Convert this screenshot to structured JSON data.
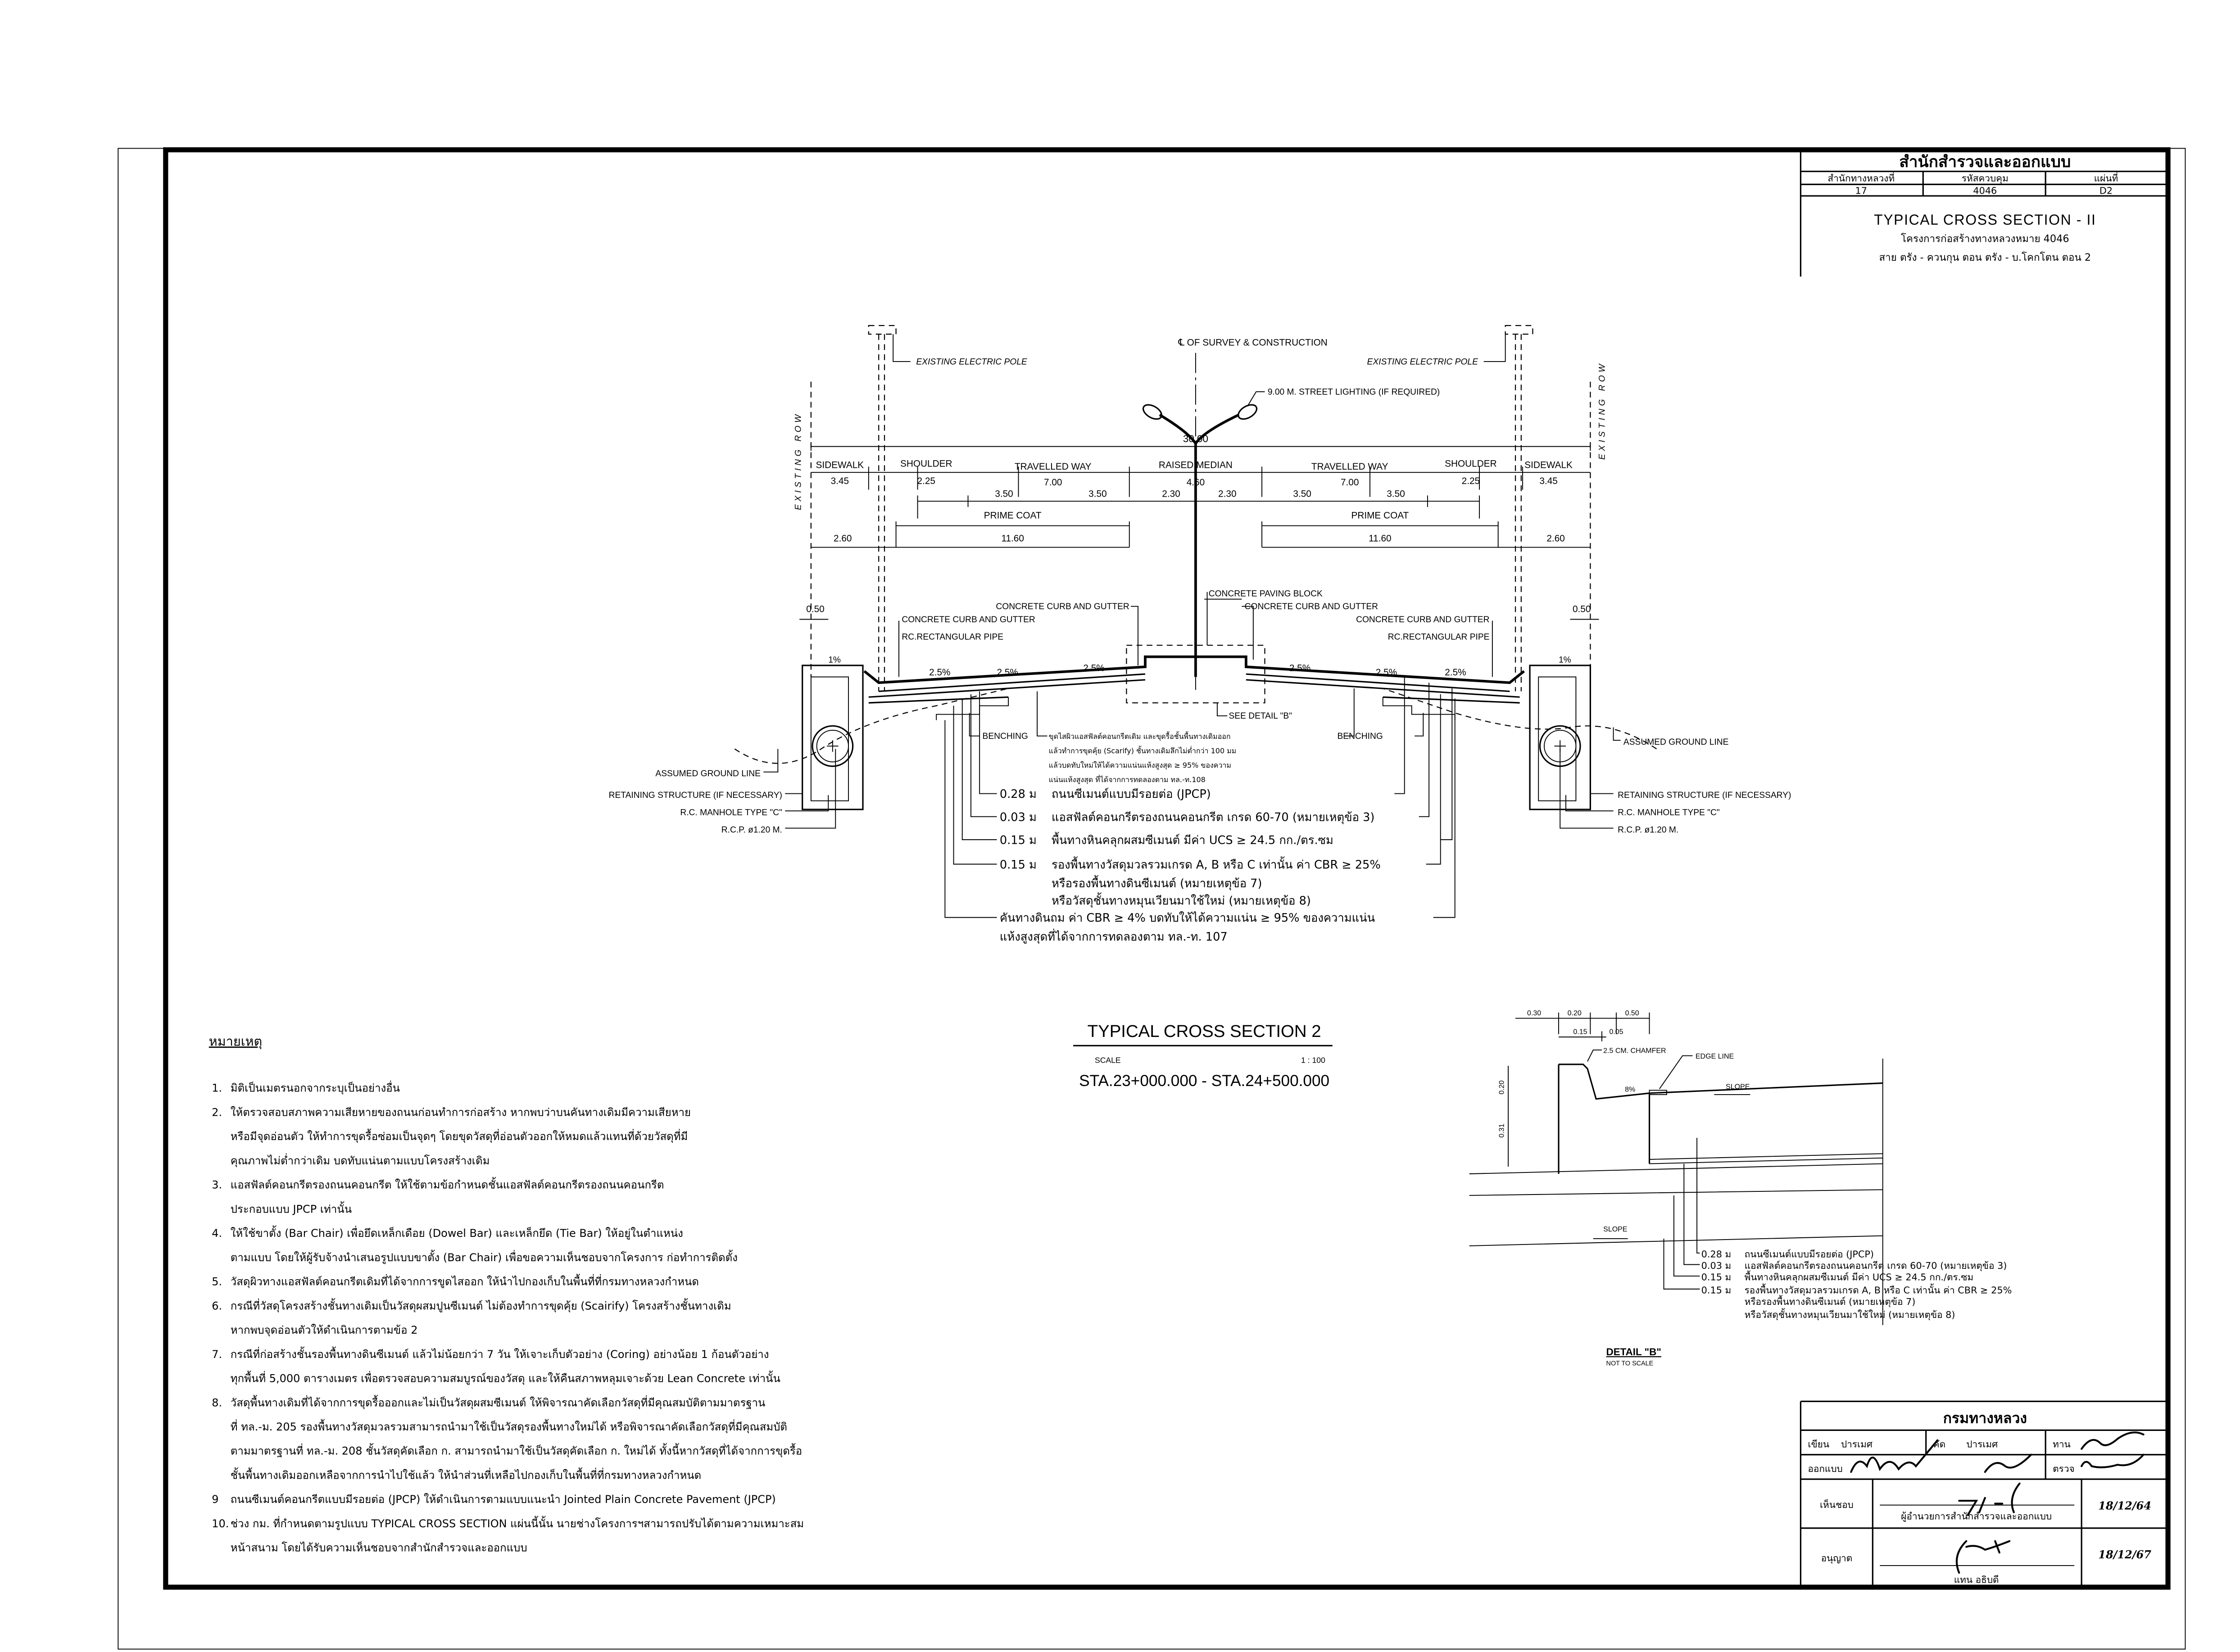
{
  "title_block": {
    "office": "สำนักสำรวจและออกแบบ",
    "col_headers": [
      "สำนักทางหลวงที่",
      "รหัสควบคุม",
      "แผ่นที่"
    ],
    "col_values": [
      "17",
      "4046",
      "D2"
    ],
    "sheet_title": "TYPICAL CROSS SECTION - II",
    "project": "โครงการก่อสร้างทางหลวงหมาย 4046",
    "route": "สาย ตรัง - ควนกุน ตอน ตรัง - บ.โคกโตน ตอน 2"
  },
  "cross_section": {
    "centerline": "℄ OF SURVEY & CONSTRUCTION",
    "pole_left": "EXISTING ELECTRIC POLE",
    "pole_right": "EXISTING ELECTRIC POLE",
    "street_light": "9.00 M. STREET LIGHTING (IF REQUIRED)",
    "row_label": "EXISTING ROW",
    "total_width": "30.00",
    "elements": [
      {
        "label": "SIDEWALK",
        "value": "3.45"
      },
      {
        "label": "SHOULDER",
        "value": "2.25"
      },
      {
        "label": "TRAVELLED WAY",
        "value": "7.00"
      },
      {
        "label": "RAISED MEDIAN",
        "value": "4.60"
      },
      {
        "label": "TRAVELLED WAY",
        "value": "7.00"
      },
      {
        "label": "SHOULDER",
        "value": "2.25"
      },
      {
        "label": "SIDEWALK",
        "value": "3.45"
      }
    ],
    "lanes": [
      "3.50",
      "3.50",
      "2.30",
      "2.30",
      "3.50",
      "3.50"
    ],
    "prime_coat": "PRIME COAT",
    "prime_width": "11.60",
    "side_width": "2.60",
    "offset": "0.50",
    "slopes": {
      "side": "1%",
      "lane": "2.5%"
    },
    "callouts": {
      "curb_gutter": "CONCRETE CURB AND GUTTER",
      "paving_block": "CONCRETE PAVING BLOCK",
      "rect_pipe": "RC.RECTANGULAR PIPE",
      "see_detail": "SEE DETAIL \"B\"",
      "benching": "BENCHING",
      "ground_line": "ASSUMED GROUND LINE",
      "retaining": "RETAINING STRUCTURE (IF NECESSARY)",
      "manhole": "R.C. MANHOLE TYPE \"C\"",
      "rcp": "R.C.P. ø1.20 M."
    },
    "scarify_note": [
      "ขุดไสผิวแอสฟัลต์คอนกรีตเดิม และขุดรื้อชั้นพื้นทางเดิมออก",
      "แล้วทำการขุดคุ้ย (Scarify) ชั้นทางเดิมลึกไม่ต่ำกว่า 100 มม",
      "แล้วบดทับใหม่ให้ได้ความแน่นแห้งสูงสุด ≥ 95% ของความ",
      "แน่นแห้งสูงสุด ที่ได้จากการทดลองตาม ทล.-ท.108"
    ],
    "layers": [
      {
        "thickness": "0.28 ม",
        "desc": [
          "ถนนซีเมนต์แบบมีรอยต่อ (JPCP)"
        ]
      },
      {
        "thickness": "0.03 ม",
        "desc": [
          "แอสฟัลต์คอนกรีตรองถนนคอนกรีต เกรด 60-70 (หมายเหตุข้อ 3)"
        ]
      },
      {
        "thickness": "0.15 ม",
        "desc": [
          "พื้นทางหินคลุกผสมซีเมนต์ มีค่า UCS ≥ 24.5 กก./ตร.ซม"
        ]
      },
      {
        "thickness": "0.15 ม",
        "desc": [
          "รองพื้นทางวัสดุมวลรวมเกรด A, B หรือ C เท่านั้น ค่า CBR ≥ 25%",
          "หรือรองพื้นทางดินซีเมนต์ (หมายเหตุข้อ 7)",
          "หรือวัสดุชั้นทางหมุนเวียนมาใช้ใหม่ (หมายเหตุข้อ 8)"
        ]
      }
    ],
    "subgrade": [
      "คันทางดินถม ค่า CBR ≥ 4% บดทับให้ได้ความแน่น ≥ 95% ของความแน่น",
      "แห้งสูงสุดที่ได้จากการทดลองตาม ทล.-ท. 107"
    ]
  },
  "section_title": {
    "title": "TYPICAL CROSS SECTION 2",
    "scale_label": "SCALE",
    "scale_value": "1 : 100",
    "station": "STA.23+000.000  -  STA.24+500.000"
  },
  "detail_b": {
    "dims_top": [
      "0.30",
      "0.20",
      "0.50"
    ],
    "dims_sub": [
      "0.15",
      "0.05"
    ],
    "dims_side": [
      "0.20",
      "0.31"
    ],
    "chamfer": "2.5 CM. CHAMFER",
    "edge_line": "EDGE LINE",
    "slope": "SLOPE",
    "gutter_slope": "8%",
    "title": "DETAIL \"B\"",
    "subtitle": "NOT TO SCALE",
    "layers": [
      [
        "0.28 ม",
        "ถนนซีเมนต์แบบมีรอยต่อ (JPCP)"
      ],
      [
        "0.03 ม",
        "แอสฟัลต์คอนกรีตรองถนนคอนกรีต เกรด 60-70 (หมายเหตุข้อ 3)"
      ],
      [
        "0.15 ม",
        "พื้นทางหินคลุกผสมซีเมนต์ มีค่า UCS ≥ 24.5 กก./ตร.ซม"
      ],
      [
        "0.15 ม",
        "รองพื้นทางวัสดุมวลรวมเกรด A, B หรือ C เท่านั้น ค่า CBR ≥ 25%"
      ],
      [
        "",
        "หรือรองพื้นทางดินซีเมนต์ (หมายเหตุข้อ 7)"
      ],
      [
        "",
        "หรือวัสดุชั้นทางหมุนเวียนมาใช้ใหม่ (หมายเหตุข้อ 8)"
      ]
    ]
  },
  "notes": {
    "heading": "หมายเหตุ",
    "items": [
      {
        "num": "1.",
        "lines": [
          "มิติเป็นเมตรนอกจากระบุเป็นอย่างอื่น"
        ]
      },
      {
        "num": "2.",
        "lines": [
          "ให้ตรวจสอบสภาพความเสียหายของถนนก่อนทำการก่อสร้าง หากพบว่าบนคันทางเดิมมีความเสียหาย",
          "หรือมีจุดอ่อนตัว ให้ทำการขุดรื้อซ่อมเป็นจุดๆ โดยขุดวัสดุที่อ่อนตัวออกให้หมดแล้วแทนที่ด้วยวัสดุที่มี",
          "คุณภาพไม่ต่ำกว่าเดิม บดทับแน่นตามแบบโครงสร้างเดิม"
        ]
      },
      {
        "num": "3.",
        "lines": [
          "แอสฟัลต์คอนกรีตรองถนนคอนกรีต ให้ใช้ตามข้อกำหนดชั้นแอสฟัลต์คอนกรีตรองถนนคอนกรีต",
          "ประกอบแบบ JPCP เท่านั้น"
        ]
      },
      {
        "num": "4.",
        "lines": [
          "ให้ใช้ขาตั้ง (Bar Chair) เพื่อยึดเหล็กเดือย (Dowel Bar) และเหล็กยึด (Tie Bar) ให้อยู่ในตำแหน่ง",
          "ตามแบบ โดยให้ผู้รับจ้างนำเสนอรูปแบบขาตั้ง (Bar Chair) เพื่อขอความเห็นชอบจากโครงการ ก่อทำการติดตั้ง"
        ]
      },
      {
        "num": "5.",
        "lines": [
          "วัสดุผิวทางแอสฟัลต์คอนกรีตเดิมที่ได้จากการขูดไสออก ให้นำไปกองเก็บในพื้นที่ที่กรมทางหลวงกำหนด"
        ]
      },
      {
        "num": "6.",
        "lines": [
          "กรณีที่วัสดุโครงสร้างชั้นทางเดิมเป็นวัสดุผสมปูนซีเมนต์ ไม่ต้องทำการขุดคุ้ย (Scairify) โครงสร้างชั้นทางเดิม",
          "หากพบจุดอ่อนตัวให้ดำเนินการตามข้อ 2"
        ]
      },
      {
        "num": "7.",
        "lines": [
          "กรณีที่ก่อสร้างชั้นรองพื้นทางดินซีเมนต์ แล้วไม่น้อยกว่า 7 วัน ให้เจาะเก็บตัวอย่าง (Coring) อย่างน้อย 1 ก้อนตัวอย่าง",
          "ทุกพื้นที่ 5,000 ตารางเมตร เพื่อตรวจสอบความสมบูรณ์ของวัสดุ และให้คืนสภาพหลุมเจาะด้วย Lean Concrete เท่านั้น"
        ]
      },
      {
        "num": "8.",
        "lines": [
          "วัสดุพื้นทางเดิมที่ได้จากการขุดรื้อออกและไม่เป็นวัสดุผสมซีเมนต์ ให้พิจารณาคัดเลือกวัสดุที่มีคุณสมบัติตามมาตรฐาน",
          "ที่ ทล.-ม. 205 รองพื้นทางวัสดุมวลรวมสามารถนำมาใช้เป็นวัสดุรองพื้นทางใหม่ได้ หรือพิจารณาคัดเลือกวัสดุที่มีคุณสมบัติ",
          "ตามมาตรฐานที่ ทล.-ม. 208 ชั้นวัสดุคัดเลือก ก. สามารถนำมาใช้เป็นวัสดุคัดเลือก ก. ใหม่ได้ ทั้งนี้หากวัสดุที่ได้จากการขุดรื้อ",
          "ชั้นพื้นทางเดิมออกเหลือจากการนำไปใช้แล้ว ให้นำส่วนที่เหลือไปกองเก็บในพื้นที่ที่กรมทางหลวงกำหนด"
        ]
      },
      {
        "num": "9",
        "lines": [
          "ถนนซีเมนต์คอนกรีตแบบมีรอยต่อ (JPCP) ให้ดำเนินการตามแบบแนะนำ Jointed Plain Concrete Pavement (JPCP)"
        ]
      },
      {
        "num": "10.",
        "lines": [
          "ช่วง กม. ที่กำหนดตามรูปแบบ TYPICAL CROSS SECTION แผ่นนี้นั้น นายช่างโครงการฯสามารถปรับได้ตามความเหมาะสม",
          "หน้าสนาม โดยได้รับความเห็นชอบจากสำนักสำรวจและออกแบบ"
        ]
      }
    ]
  },
  "approval_block": {
    "department": "กรมทางหลวง",
    "drawn_label": "เขียน",
    "drawn_by": "ปารเมศ",
    "traced_label": "คัด",
    "traced_by": "ปารเมศ",
    "reviewed_label": "ทาน",
    "design_label": "ออกแบบ",
    "checked_label": "ตรวจ",
    "agree_label": "เห็นชอบ",
    "agree_title": "ผู้อำนวยการสำนักสำรวจและออกแบบ",
    "agree_date": "18/12/64",
    "approve_label": "อนุญาต",
    "approve_title": "แทน อธิบดี",
    "approve_date": "18/12/67"
  }
}
